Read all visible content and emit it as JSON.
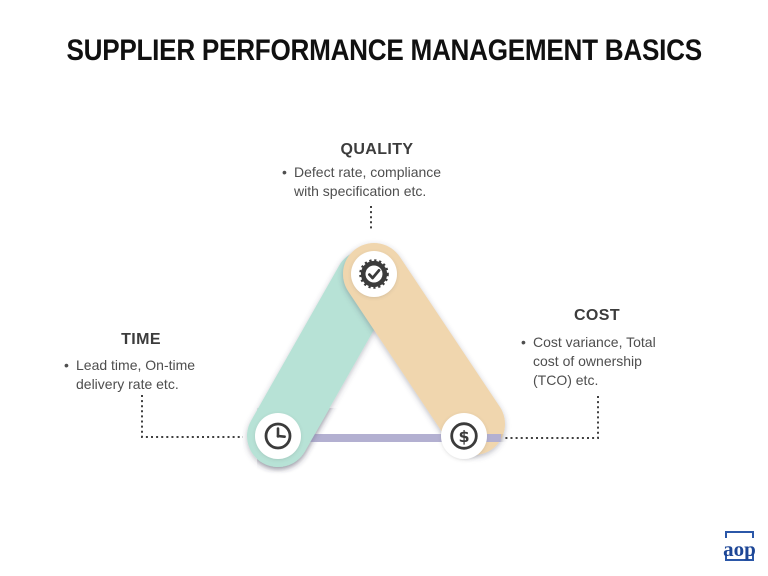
{
  "title": "SUPPLIER PERFORMANCE MANAGEMENT BASICS",
  "bullet_char": "•",
  "quality": {
    "label": "QUALITY",
    "lines": [
      "Defect rate, compliance",
      "with specification etc."
    ]
  },
  "time": {
    "label": "TIME",
    "lines": [
      "Lead time, On-time",
      "delivery rate etc."
    ]
  },
  "cost": {
    "label": "COST",
    "lines": [
      "Cost variance, Total",
      "cost of ownership",
      "(TCO) etc."
    ]
  },
  "icons": {
    "dollar_symbol": "$"
  },
  "logo": {
    "text": "aop"
  },
  "colors": {
    "teal_bar": "#b7e2d6",
    "tan_bar": "#f0d6ae",
    "purple_bar": "#b3b0d1",
    "icon_dark": "#3b3b3b",
    "connector": "#3f3f3f",
    "logo_navy": "#1d4696"
  }
}
